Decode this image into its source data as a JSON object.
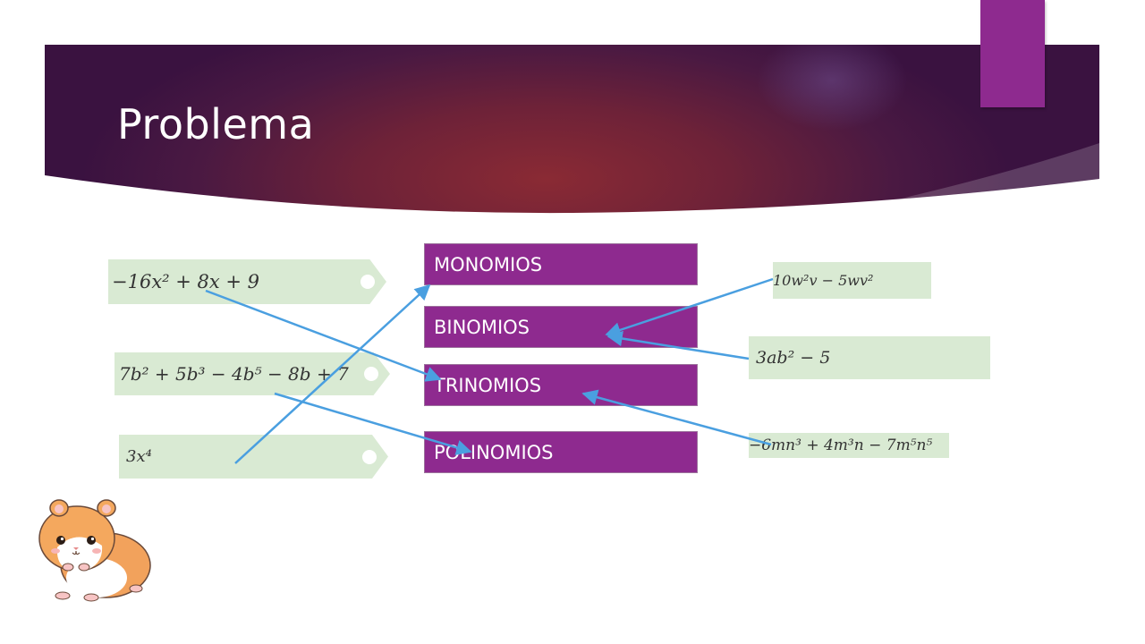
{
  "slide": {
    "title": "Problema"
  },
  "left_expressions": [
    {
      "text": "−16x² + 8x + 9"
    },
    {
      "text": "7b² + 5b³ − 4b⁵ − 8b + 7"
    },
    {
      "text": "3x⁴"
    }
  ],
  "categories": [
    {
      "label": "MONOMIOS"
    },
    {
      "label": "BINOMIOS"
    },
    {
      "label": "TRINOMIOS"
    },
    {
      "label": "POLINOMIOS"
    }
  ],
  "right_expressions": [
    {
      "text": "10w²v − 5wv²"
    },
    {
      "text": "3ab² − 5"
    },
    {
      "text": "−6mn³ + 4m³n − 7m⁵n⁵"
    }
  ],
  "icons": {
    "arrow": "arrow-connector-icon",
    "mascot": "hamster-illustration"
  },
  "colors": {
    "header_dark": "#3a1240",
    "header_red": "#8a2a34",
    "accent_purple": "#8e2a8f",
    "expression_bg": "#d9ead3",
    "arrow_blue": "#4a9fe0"
  }
}
